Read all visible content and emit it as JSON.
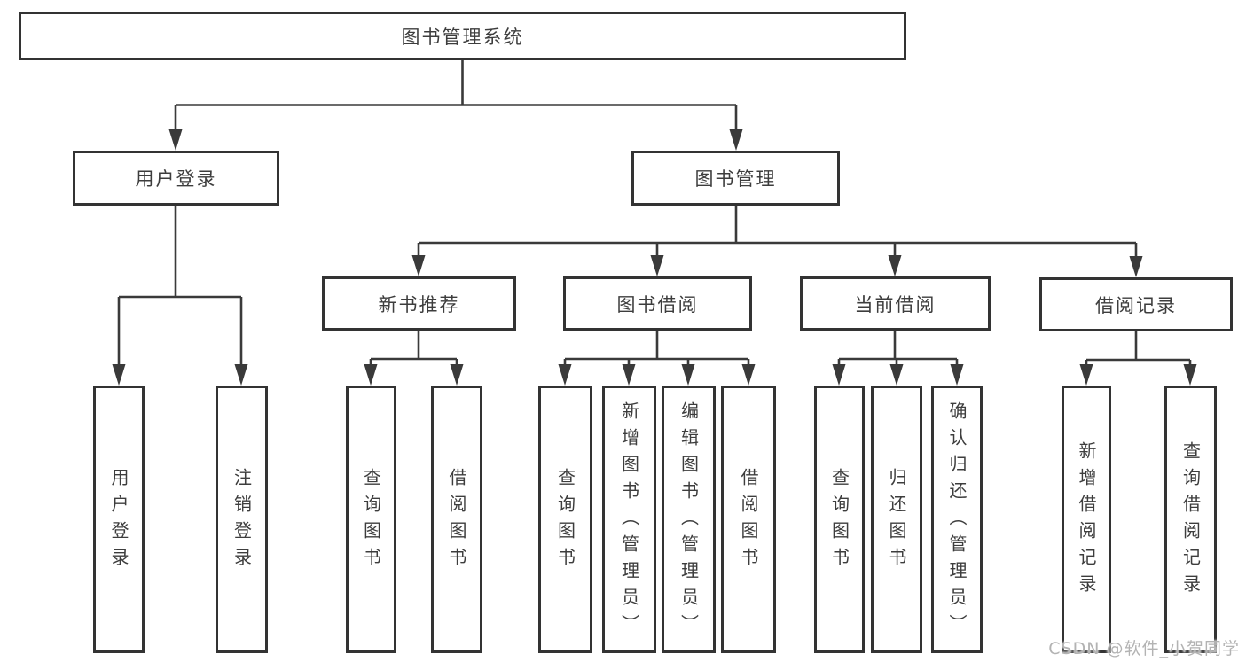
{
  "colors": {
    "box_border": "#333333",
    "line": "#3a3a3a",
    "text": "#3d3d3d",
    "background": "#ffffff",
    "watermark": "#b3b3b3"
  },
  "nodes": {
    "root": {
      "label": "图书管理系统"
    },
    "level2": [
      {
        "label": "用户登录",
        "children": [
          {
            "label": "用户登录"
          },
          {
            "label": "注销登录"
          }
        ]
      },
      {
        "label": "图书管理",
        "children": [
          {
            "label": "新书推荐",
            "children": [
              {
                "label": "查询图书"
              },
              {
                "label": "借阅图书"
              }
            ]
          },
          {
            "label": "图书借阅",
            "children": [
              {
                "label": "查询图书"
              },
              {
                "label": "新增图书（管理员）"
              },
              {
                "label": "编辑图书（管理员）"
              },
              {
                "label": "借阅图书"
              }
            ]
          },
          {
            "label": "当前借阅",
            "children": [
              {
                "label": "查询图书"
              },
              {
                "label": "归还图书"
              },
              {
                "label": "确认归还（管理员）"
              }
            ]
          },
          {
            "label": "借阅记录",
            "children": [
              {
                "label": "新增借阅记录"
              },
              {
                "label": "查询借阅记录"
              }
            ]
          }
        ]
      }
    ]
  },
  "watermark": {
    "text": "CSDN @软件_小贺同学"
  }
}
